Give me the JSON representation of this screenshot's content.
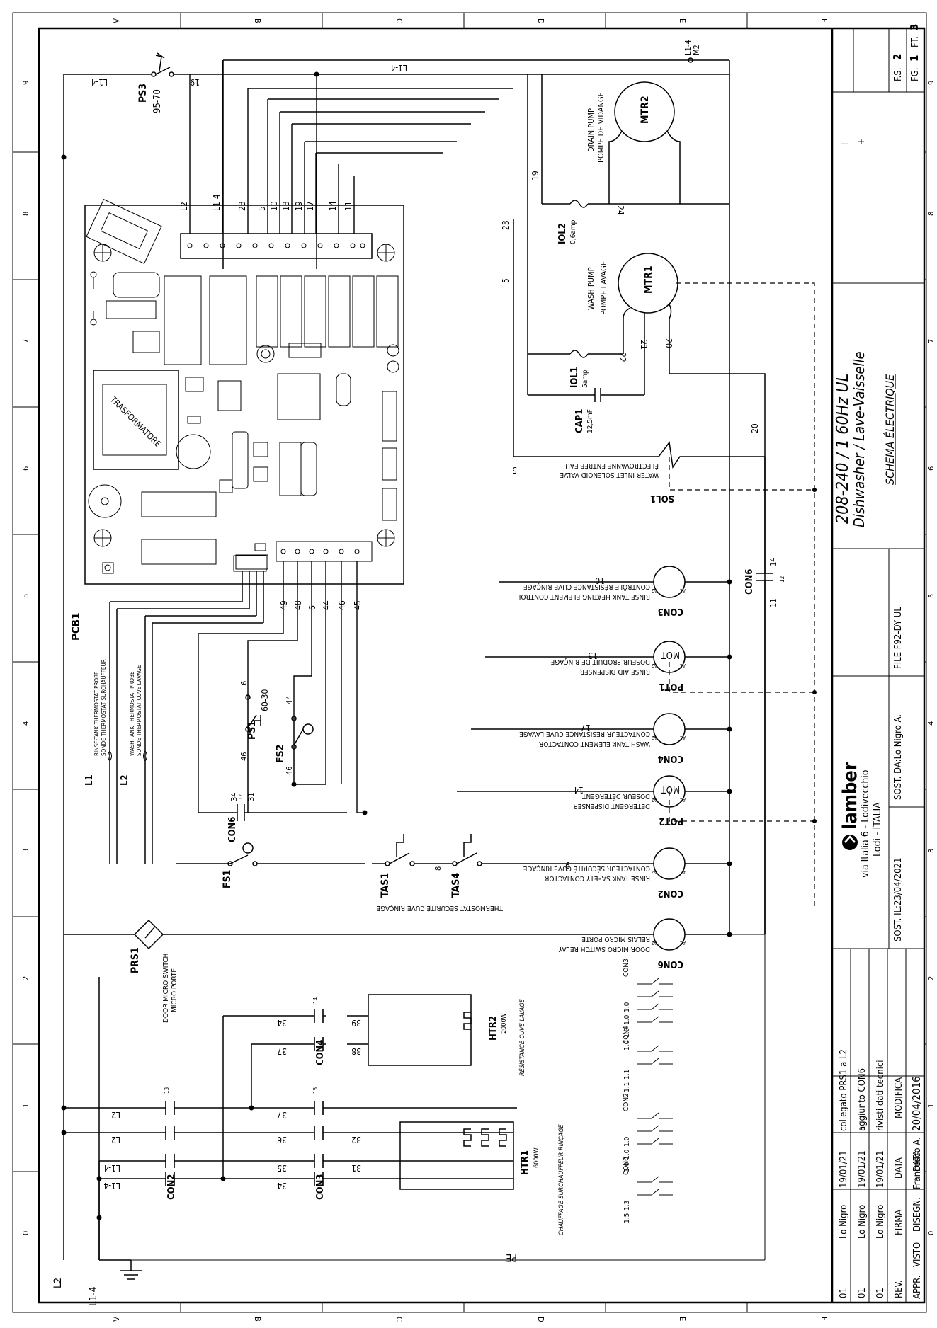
{
  "border": {
    "top_letters": [
      "A",
      "B",
      "C",
      "D",
      "E",
      "F"
    ],
    "side_numbers": [
      "9",
      "8",
      "7",
      "6",
      "5",
      "4",
      "3",
      "2",
      "1",
      "0"
    ]
  },
  "title_block": {
    "sheet": {
      "fg_label": "FG.",
      "fg": "1",
      "ft_label": "FT.",
      "ft": "3",
      "fs_label": "F.S.",
      "fs": "2"
    },
    "line_i": "I",
    "line_plus": "+",
    "title_main": "208-240 / 1 60Hz UL",
    "title_sub": "Dishwasher / Lave-Vaisselle",
    "title_schema": "SCHEMA ÉLECTRIQUE",
    "file": "FILE F92-DY UL",
    "sost_da": "SOST. DA:Lo Nigro A.",
    "sost_il": "SOST. IL:23/04/2021",
    "company": "lamber",
    "address1": "via Italia 6 - Lodivecchio",
    "address2": "Lodi - ITALIA",
    "data_label": "DATA",
    "data_value": "20/04/2016",
    "disegn_label": "DISEGN.",
    "disegn_value": "Francesco A.",
    "visto_label": "VISTO",
    "appr_label": "APPR.",
    "revisions": [
      {
        "rev": "01",
        "modifica": "collegato PRS1 a L2",
        "data": "19/01/21",
        "firma": "Lo Nigro"
      },
      {
        "rev": "01",
        "modifica": "aggiunto CON6",
        "data": "19/01/21",
        "firma": "Lo Nigro"
      },
      {
        "rev": "01",
        "modifica": "rivisti dati tecnici",
        "data": "19/01/21",
        "firma": "Lo Nigro"
      }
    ],
    "rev_header": {
      "rev": "REV.",
      "modifica": "MODIFICA",
      "data": "DATA",
      "firma": "FIRMA"
    }
  },
  "components": {
    "ps3": {
      "name": "PS3",
      "range": "95-70"
    },
    "l14_m2": {
      "l": "L1-4",
      "m": "M2"
    },
    "mtr2": {
      "name": "MTR2",
      "en": "DRAIN PUMP",
      "fr": "POMPE DE VIDANGE"
    },
    "mtr1": {
      "name": "MTR1",
      "en": "WASH PUMP",
      "fr": "POMPE LAVAGE"
    },
    "iol2": {
      "name": "IOL2",
      "rating": "0,6amp"
    },
    "iol1": {
      "name": "IOL1",
      "rating": "5amp"
    },
    "cap1": {
      "name": "CAP1",
      "rating": "12,5mF"
    },
    "sol1": {
      "name": "SOL1",
      "en": "WATER INLET SOLENOID VALVE",
      "fr": "ÉLECTROVANNE ENTRÉE EAU"
    },
    "con3": {
      "name": "CON3",
      "en": "RINSE TANK HEATING ELEMENT CONTROL",
      "fr": "CONTRÔLE RÉSISTANCE CUVE RINÇAGE"
    },
    "pot1": {
      "name": "POT1",
      "en": "RINSE AID DISPENSER",
      "fr": "DOSEUR PRODUIT DE RINÇAGE"
    },
    "con4": {
      "name": "CON4",
      "en": "WASH TANK ELEMENT CONTACTOR",
      "fr": "CONTACTEUR RÉSISTANCE CUVE LAVAGE"
    },
    "pot2": {
      "name": "POT2",
      "en": "DETERGENT DISPENSER",
      "fr": "DOSEUR DÉTERGENT"
    },
    "con2": {
      "name": "CON2",
      "en": "RINSE TANK SAFETY CONTACTOR",
      "fr": "CONTACTEUR SÉCURITÉ CUVE RINÇAGE"
    },
    "con6": {
      "name": "CON6",
      "en": "DOOR MICRO SWITCH RELAY",
      "fr": "RELAIS MICRO PORTE"
    },
    "mot": "MOT",
    "a1": "A1",
    "a2": "A2",
    "ps1": {
      "name": "PS1",
      "range": "60-30"
    },
    "fs2": "FS2",
    "fs1": "FS1",
    "tas1": "TAS1",
    "tas4": "TAS4",
    "tas_fr": "THERMOSTAT SÉCURITÉ CUVE RINÇAGE",
    "prs1": {
      "name": "PRS1",
      "en": "DOOR MICRO SWITCH",
      "fr": "MICRO PORTE"
    },
    "l1": {
      "name": "L1",
      "en": "RINSE-TANK THERMOSTAT PROBE",
      "fr": "SONDE THERMOSTAT SURCHAUFFEUR"
    },
    "l2": {
      "name": "L2",
      "en": "WASH-TANK THERMOSTAT PROBE",
      "fr": "SONDE THERMOSTAT CUVE LAVAGE"
    },
    "pcb1": "PCB1",
    "transformer": "TRASFORMATORE",
    "htr2": {
      "name": "HTR2",
      "rating": "2000W",
      "fr": "RÉSISTANCE CUVE LAVAGE"
    },
    "htr1": {
      "name": "HTR1",
      "rating": "6000W",
      "fr": "CHAUFFAGE SURCHAUFFEUR RINÇAGE"
    },
    "pe": "PE",
    "line_l2": "L2",
    "line_l14": "L1-4",
    "con6_wires": {
      "a": "34",
      "b": "31",
      "small": "12"
    },
    "con6_right": {
      "a": "14",
      "b": "11",
      "small": "12"
    }
  },
  "wire_labels": {
    "top_connector": [
      "L2",
      "L1-4",
      "23",
      "5",
      "10",
      "13",
      "19",
      "17",
      "14",
      "11"
    ],
    "bottom_connector": [
      "49",
      "48",
      "6",
      "44",
      "46",
      "45"
    ],
    "mtr_wires": [
      "19",
      "24",
      "23",
      "5",
      "22",
      "21",
      "20",
      "10",
      "13",
      "17",
      "14",
      "11",
      "20"
    ],
    "misc": [
      "6",
      "44",
      "46",
      "46",
      "8",
      "9",
      "19",
      "L1-4",
      "L2"
    ],
    "power": [
      "L2",
      "L2",
      "L1-4",
      "L1-4",
      "37",
      "36",
      "35",
      "34",
      "32",
      "31",
      "34",
      "37",
      "39",
      "38"
    ],
    "small_numbers": [
      "13",
      "15",
      "14"
    ]
  },
  "contact_tables": {
    "con3": {
      "name": "CON3",
      "vals": [
        "1.0",
        "1.0",
        "1.0",
        "1.0"
      ]
    },
    "con4": {
      "name": "CON4",
      "vals": [
        "1.1",
        "1.1"
      ]
    },
    "con2": {
      "name": "CON2",
      "vals": [
        "1.0",
        "1.0",
        "1.0"
      ]
    },
    "con6": {
      "name": "CON6",
      "vals": [
        "1.3",
        "1.5"
      ]
    }
  }
}
